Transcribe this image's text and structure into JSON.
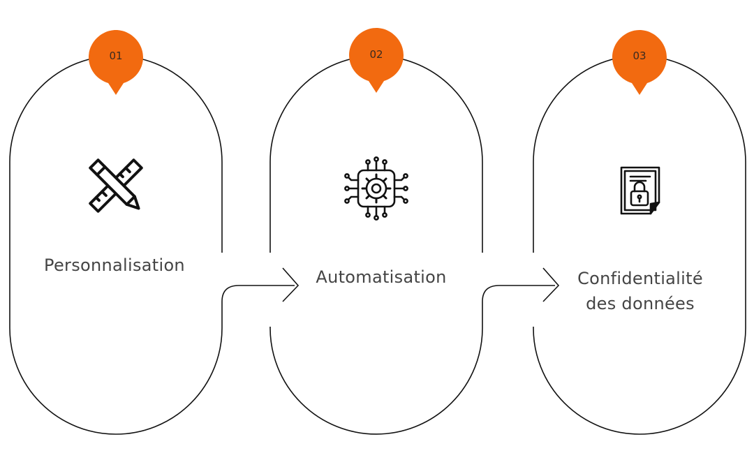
{
  "colors": {
    "accent": "#F26A10",
    "stroke": "#111111",
    "text": "#444444"
  },
  "steps": [
    {
      "number": "01",
      "lines": [
        "Personnalisation"
      ],
      "icon": "ruler-pencil-icon"
    },
    {
      "number": "02",
      "lines": [
        "Automatisation"
      ],
      "icon": "circuit-gear-icon"
    },
    {
      "number": "03",
      "lines": [
        "Confidentialité",
        "des données"
      ],
      "icon": "locked-document-icon"
    }
  ]
}
